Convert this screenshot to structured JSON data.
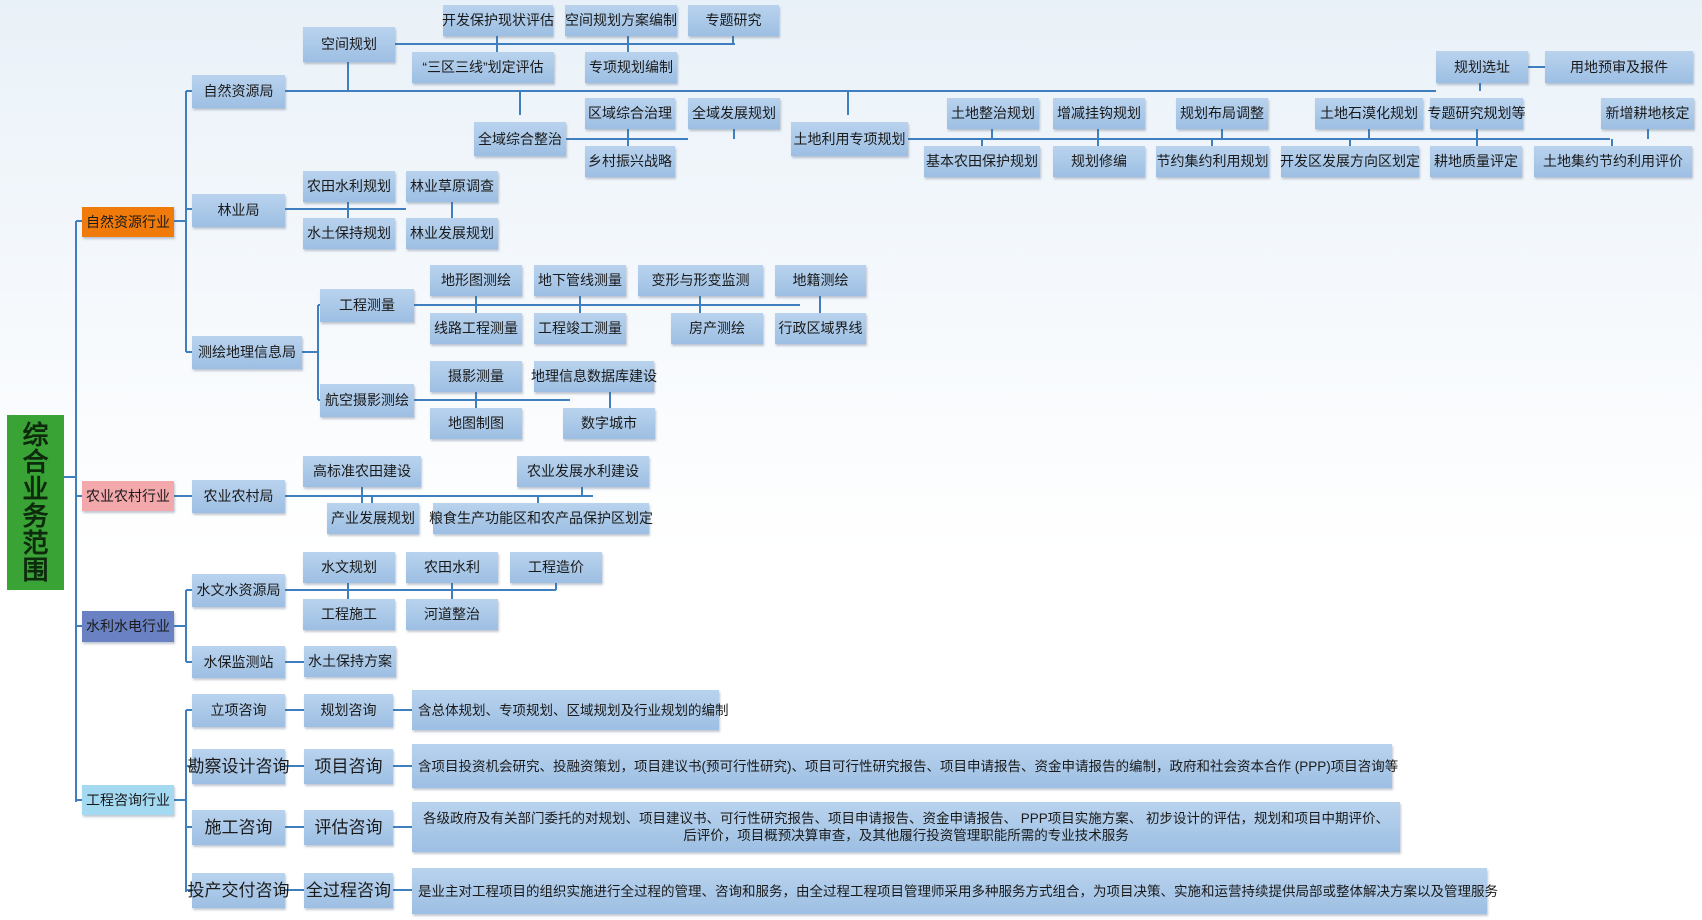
{
  "colors": {
    "line": "#3f7fbf",
    "node": "#aac9ea",
    "root": "#3aa336",
    "industry_natural": "#f07a0a",
    "industry_agri": "#f3a8ac",
    "industry_water": "#6a82c4",
    "industry_consult": "#a3d9f1"
  },
  "root": "综合业务范围",
  "industries": {
    "natural": "自然资源行业",
    "agri": "农业农村行业",
    "water": "水利水电行业",
    "consult": "工程咨询行业"
  },
  "natural_resources": {
    "bureau": "自然资源局",
    "spatial": {
      "label": "空间规划",
      "items": [
        "开发保护现状评估",
        "空间规划方案编制",
        "专题研究",
        "“三区三线”划定评估",
        "专项规划编制"
      ]
    },
    "site": {
      "label": "规划选址",
      "next": "用地预审及报件"
    },
    "comprehensive": {
      "label": "全域综合整治",
      "items": [
        "区域综合治理",
        "全域发展规划",
        "乡村振兴战略"
      ]
    },
    "land_use": {
      "label": "土地利用专项规划",
      "items": [
        "土地整治规划",
        "增减挂钩规划",
        "规划布局调整",
        "土地石漠化规划",
        "专题研究规划等",
        "新增耕地核定",
        "基本农田保护规划",
        "规划修编",
        "节约集约利用规划",
        "开发区发展方向区划定",
        "耕地质量评定",
        "土地集约节约利用评价"
      ]
    },
    "forestry": {
      "bureau": "林业局",
      "items": [
        "农田水利规划",
        "林业草原调查",
        "水土保持规划",
        "林业发展规划"
      ]
    },
    "survey": {
      "bureau": "测绘地理信息局",
      "engineering": {
        "label": "工程测量",
        "items": [
          "地形图测绘",
          "地下管线测量",
          "变形与形变监测",
          "地籍测绘",
          "线路工程测量",
          "工程竣工测量",
          "房产测绘",
          "行政区域界线"
        ]
      },
      "aerial": {
        "label": "航空摄影测绘",
        "items": [
          "摄影测量",
          "地理信息数据库建设",
          "地图制图",
          "数字城市"
        ]
      }
    }
  },
  "agriculture": {
    "bureau": "农业农村局",
    "items": [
      "高标准农田建设",
      "农业发展水利建设",
      "产业发展规划",
      "粮食生产功能区和农产品保护区划定"
    ]
  },
  "water": {
    "bureau": "水文水资源局",
    "items": [
      "水文规划",
      "农田水利",
      "工程造价",
      "工程施工",
      "河道整治"
    ],
    "station": "水保监测站",
    "station_item": "水土保持方案"
  },
  "consulting": {
    "rows": [
      {
        "stage": "立项咨询",
        "type": "规划咨询",
        "desc": "含总体规划、专项规划、区域规划及行业规划的编制"
      },
      {
        "stage": "勘察设计咨询",
        "type": "项目咨询",
        "desc": "含项目投资机会研究、投融资策划，项目建议书(预可行性研究)、项目可行性研究报告、项目申请报告、资金申请报告的编制，政府和社会资本合作 (PPP)项目咨询等"
      },
      {
        "stage": "施工咨询",
        "type": "评估咨询",
        "desc": "各级政府及有关部门委托的对规划、项目建议书、可行性研究报告、项目申请报告、资金申请报告、 PPP项目实施方案、 初步设计的评估，规划和项目中期评价、后评价，项目概预决算审查，及其他履行投资管理职能所需的专业技术服务"
      },
      {
        "stage": "投产交付咨询",
        "type": "全过程咨询",
        "desc": "是业主对工程项目的组织实施进行全过程的管理、咨询和服务，由全过程工程项目管理师采用多种服务方式组合，为项目决策、实施和运营持续提供局部或整体解决方案以及管理服务"
      }
    ]
  }
}
